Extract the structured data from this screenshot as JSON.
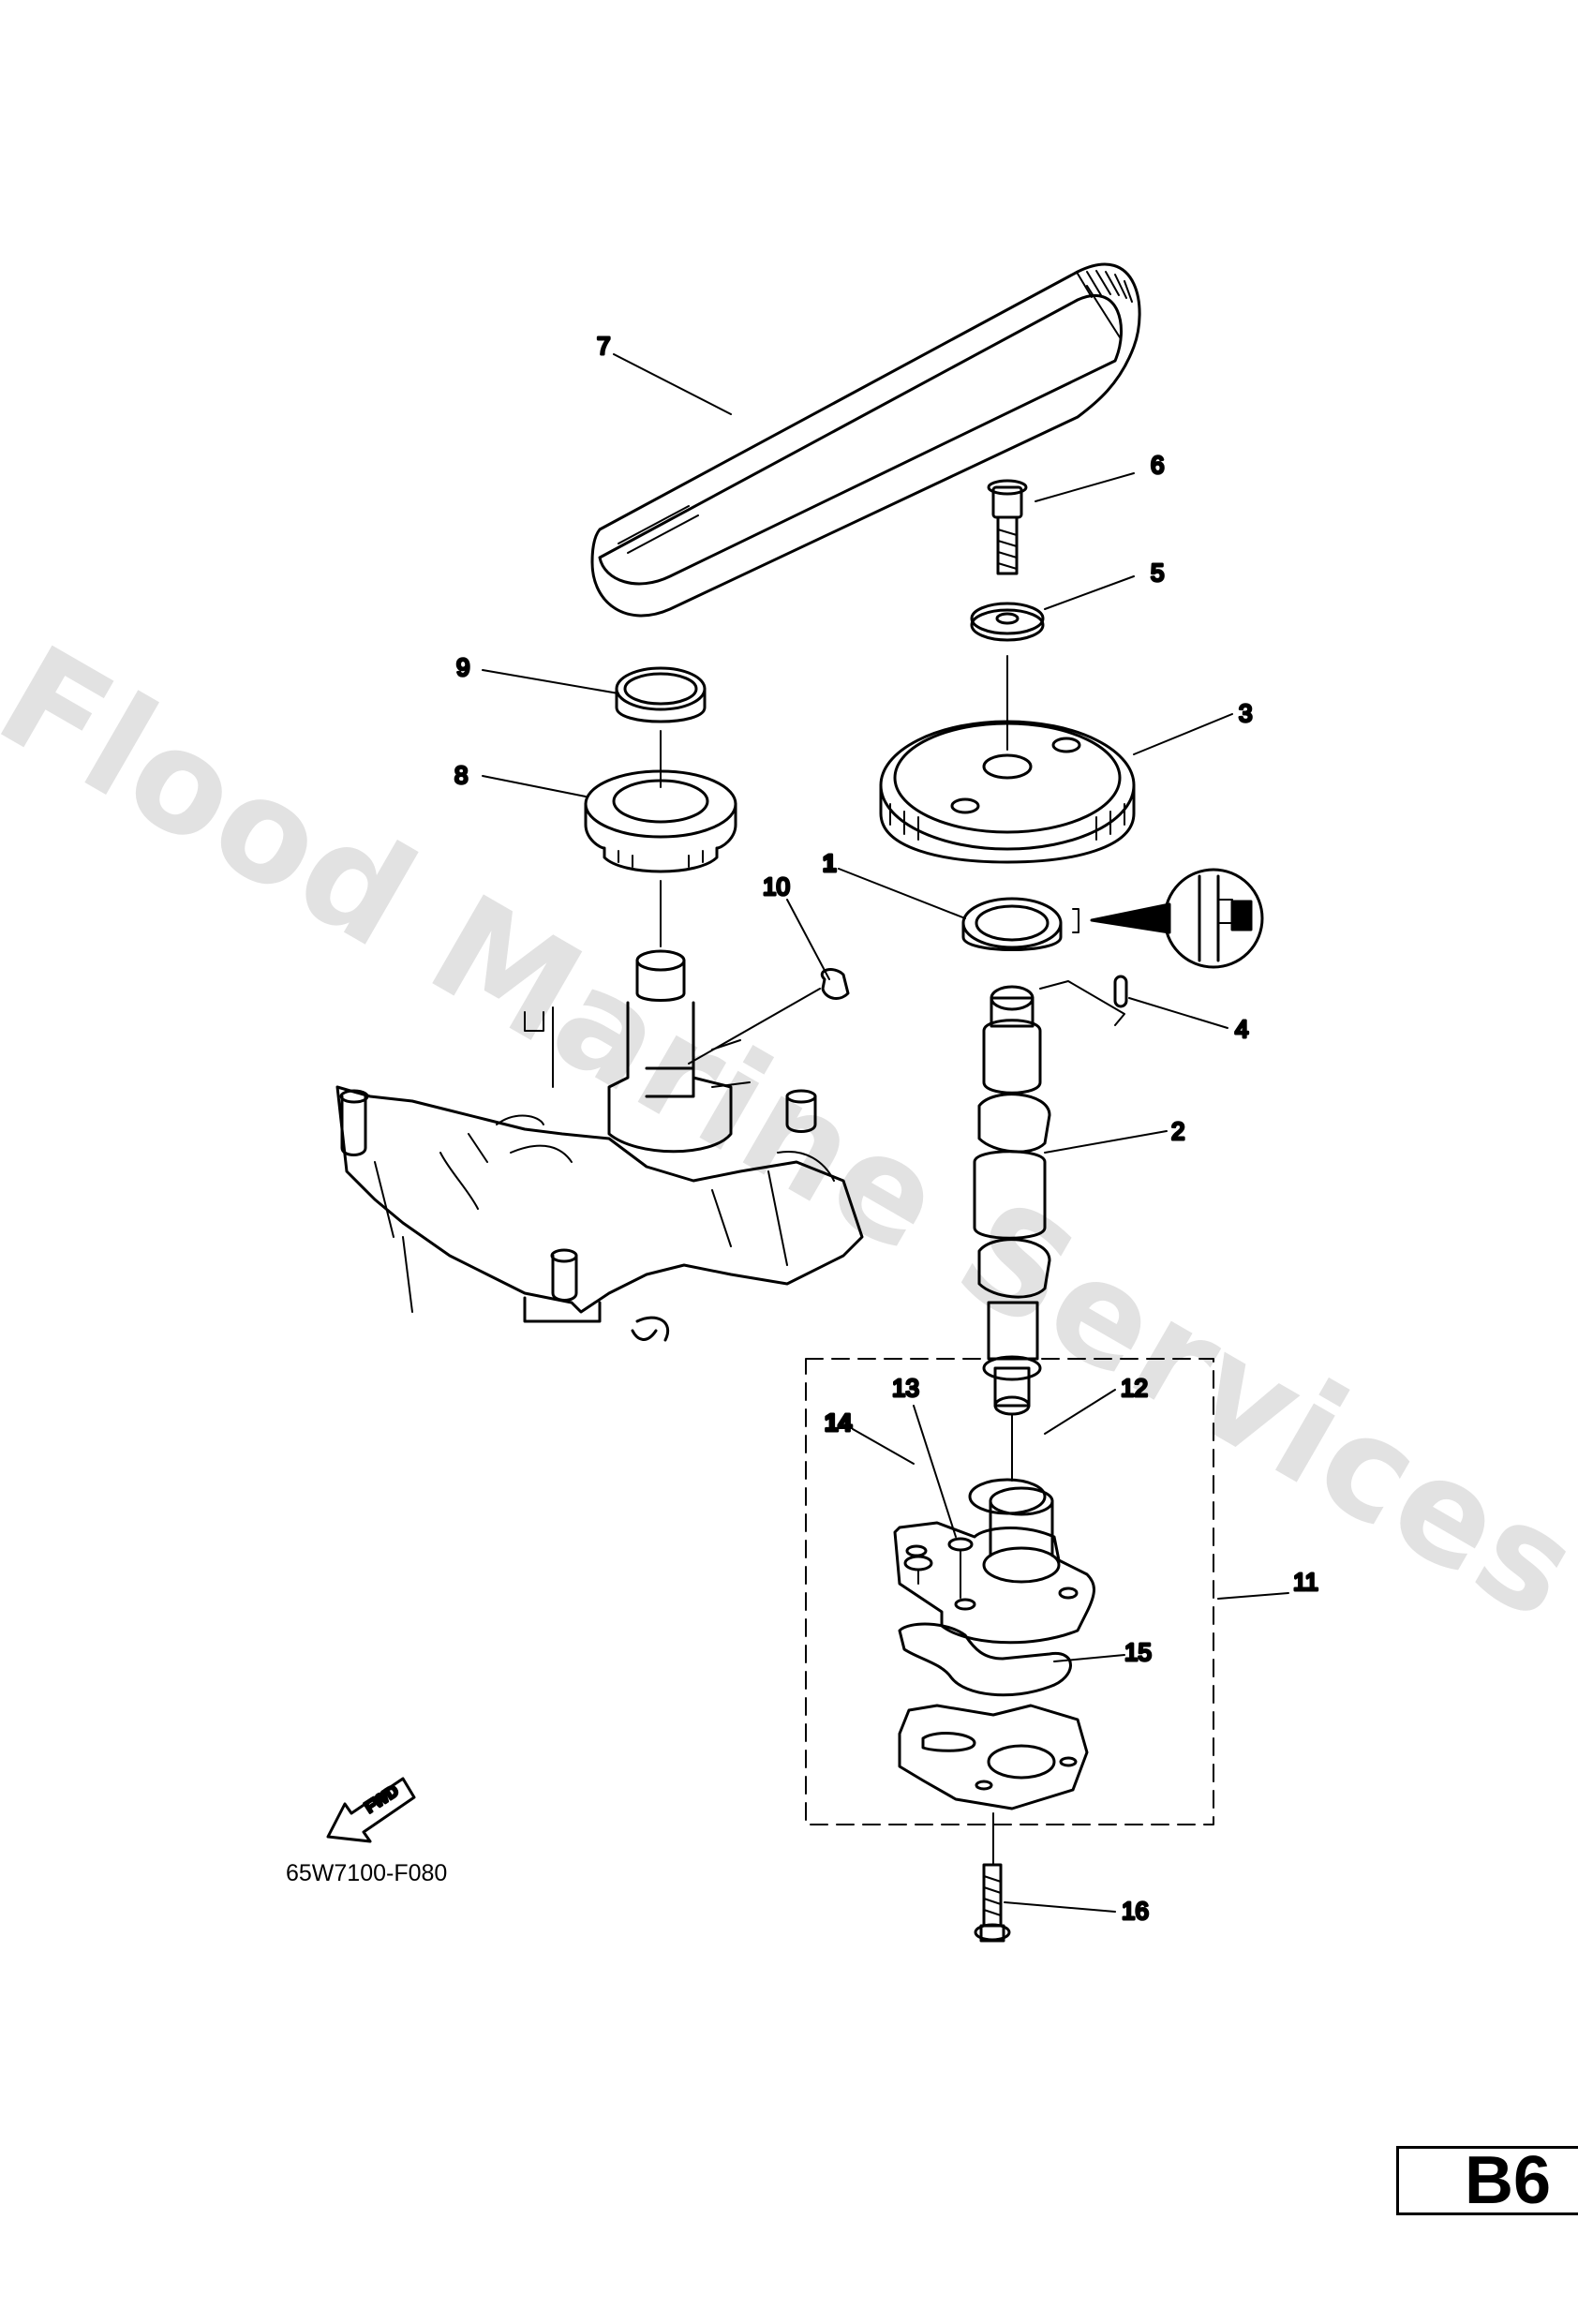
{
  "watermark": "Flood Marine Services",
  "part_code": "65W7100-F080",
  "page_badge": "B6",
  "fwd_label": "FWD",
  "callouts": [
    "1",
    "2",
    "3",
    "4",
    "5",
    "6",
    "7",
    "8",
    "9",
    "10",
    "11",
    "12",
    "13",
    "14",
    "15",
    "16"
  ]
}
